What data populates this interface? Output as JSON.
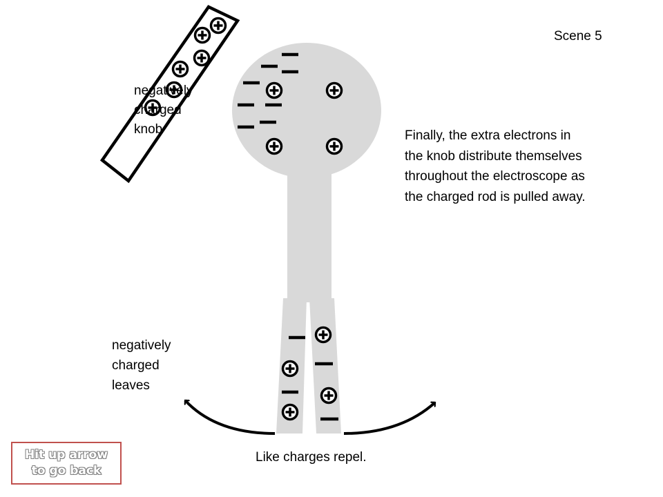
{
  "scene": {
    "title": "Scene 5"
  },
  "description": "Finally, the extra electrons in\nthe knob distribute themselves\nthroughout the electroscope as\nthe charged rod is pulled away.",
  "labels": {
    "knob": "negatively\ncharged\nknob",
    "leaves": "negatively\ncharged\nleaves",
    "caption": "Like charges repel."
  },
  "navigation": {
    "back_label": "Hit up arrow\nto go back"
  },
  "colors": {
    "electroscope_fill": "#d9d9d9",
    "button_border": "#c0504d",
    "ink": "#000000"
  },
  "charges": {
    "rod": [
      "positive",
      "positive",
      "positive",
      "positive",
      "positive",
      "positive"
    ],
    "knob": [
      "negative",
      "negative",
      "negative",
      "negative",
      "negative",
      "negative",
      "negative",
      "negative",
      "positive",
      "positive",
      "positive",
      "positive"
    ],
    "leaves": [
      "negative",
      "positive",
      "positive",
      "negative",
      "negative",
      "positive",
      "positive",
      "negative"
    ]
  },
  "icons": [
    "plus-circle-icon",
    "minus-icon",
    "curved-arrow-icon"
  ]
}
